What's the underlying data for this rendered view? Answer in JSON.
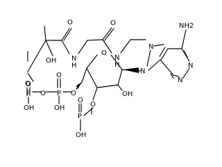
{
  "diagram": {
    "type": "chemical-structure",
    "atom_labels": {
      "o_ketone": "O",
      "nh_amide1": "N",
      "h_amide1": "H",
      "o_amide2": "O",
      "n_amide2": "N",
      "h_amide2": "H",
      "oh_pantoate": "OH",
      "nh2_adenine": "NH2",
      "o_ether_pant": "O",
      "o_p1_top": "O",
      "p1": "P",
      "o_bridge": "O",
      "o_p2_top": "O",
      "p2": "P",
      "o_p2_ester": "O",
      "oh_p1": "OH",
      "oh_p2": "OH",
      "o_ring": "O",
      "n9": "N",
      "n7": "N",
      "n1": "N",
      "n3": "N",
      "o_p3_top": "O",
      "p3": "P",
      "oh_p3": "OH",
      "o_3prime": "O",
      "oh_2prime": "OH"
    }
  }
}
